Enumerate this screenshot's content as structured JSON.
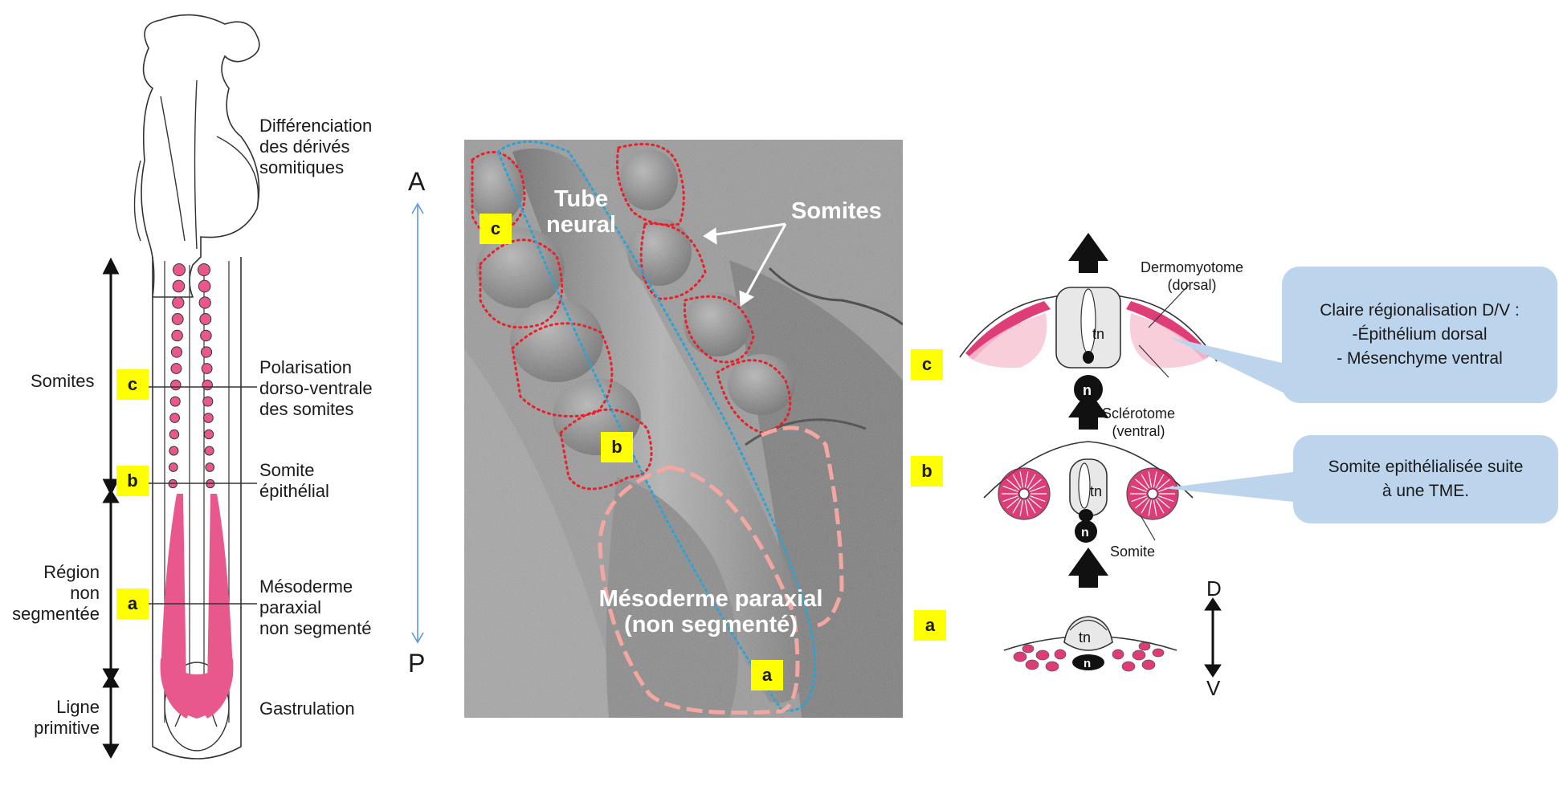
{
  "left_panel": {
    "labels": {
      "differentiation": [
        "Différenciation",
        "des dérivés",
        "somitiques"
      ],
      "polarisation": [
        "Polarisation",
        "dorso-ventrale",
        "des somites"
      ],
      "somite_epithelial": [
        "Somite",
        "épithélial"
      ],
      "mesoderm": [
        "Mésoderme",
        "paraxial",
        "non segmenté"
      ],
      "gastrulation": "Gastrulation",
      "somites": "Somites",
      "region": [
        "Région",
        "non",
        "segmentée"
      ],
      "ligne": [
        "Ligne",
        "primitive"
      ]
    },
    "markers": {
      "c": "c",
      "b": "b",
      "a": "a"
    },
    "colors": {
      "somite": "#e8588c",
      "outline": "#333333"
    }
  },
  "axis": {
    "top": "A",
    "bottom": "P",
    "color": "#5b9bd5"
  },
  "photo": {
    "tube_label": [
      "Tube",
      "neural"
    ],
    "somites_label": "Somites",
    "mesoderm_label": [
      "Mésoderme  paraxial",
      "(non segmenté)"
    ],
    "markers": {
      "c": "c",
      "b": "b",
      "a": "a"
    },
    "colors": {
      "somite_outline": "#e8202a",
      "tube_outline": "#2aa3d6",
      "mesoderm_outline": "#f4a7a0"
    }
  },
  "right_panel": {
    "markers": {
      "c": "c",
      "b": "b",
      "a": "a"
    },
    "dermomyotome": [
      "Dermomyotome",
      "(dorsal)"
    ],
    "sclerotome": [
      "Sclérotome",
      "(ventral)"
    ],
    "somite_label": "Somite",
    "tn": "tn",
    "n": "n",
    "dv_top": "D",
    "dv_bottom": "V"
  },
  "callouts": {
    "top": [
      "Claire régionalisation D/V :",
      "-Épithélium dorsal",
      "- Mésenchyme ventral"
    ],
    "bottom": [
      "Somite epithélialisée suite",
      "à une TME."
    ]
  }
}
